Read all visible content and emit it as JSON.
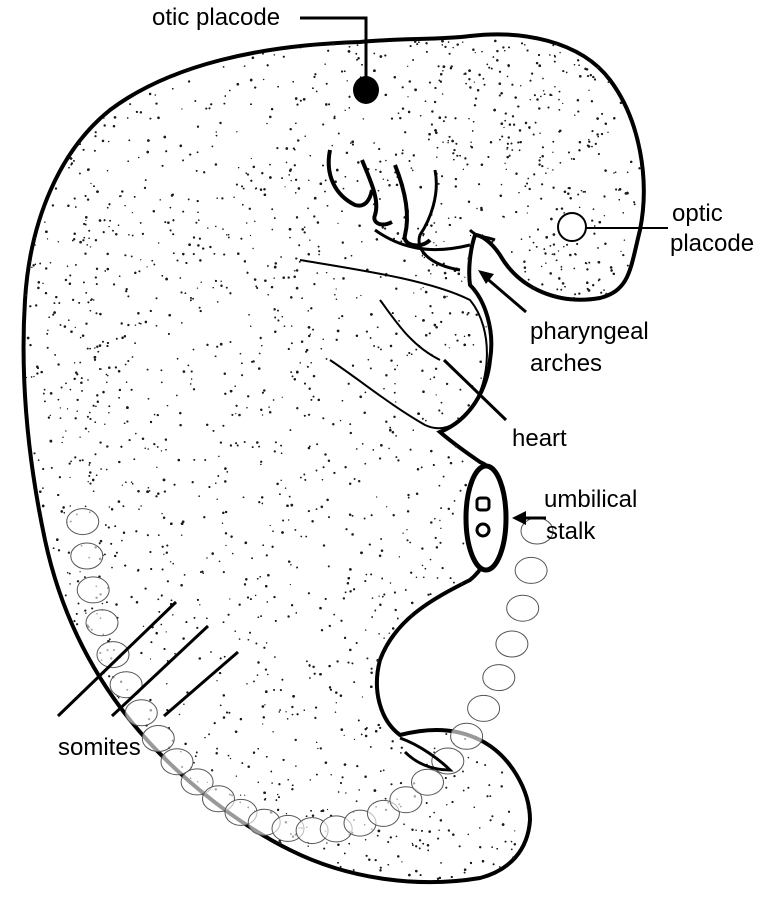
{
  "diagram": {
    "labels": {
      "otic_placode": "otic placode",
      "optic_placode_line1": "optic",
      "optic_placode_line2": "placode",
      "pharyngeal_arches_line1": "pharyngeal",
      "pharyngeal_arches_line2": "arches",
      "heart": "heart",
      "umbilical_stalk_line1": "umbilical",
      "umbilical_stalk_line2": "stalk",
      "somites": "somites"
    },
    "colors": {
      "ink": "#000000",
      "background": "#ffffff",
      "stipple": "#1a1a1a"
    }
  }
}
